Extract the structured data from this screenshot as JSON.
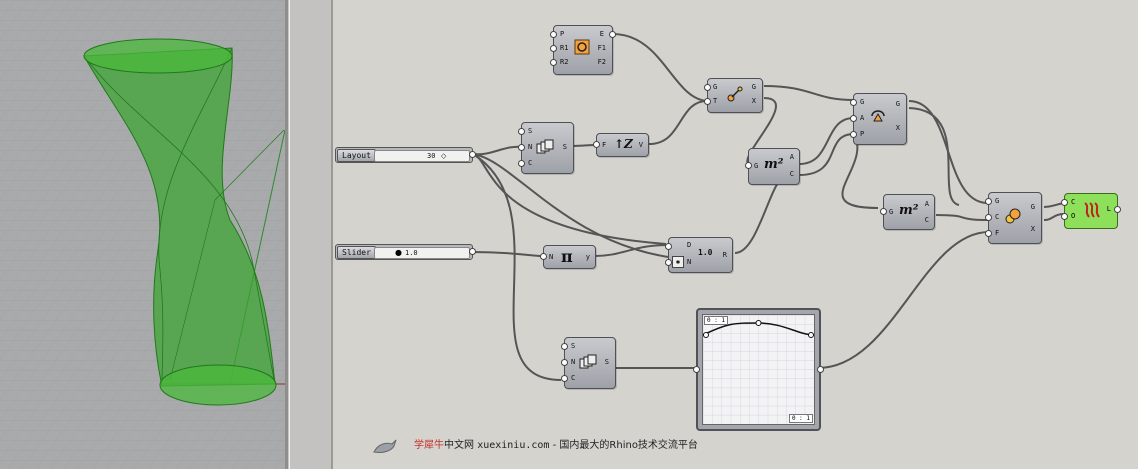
{
  "viewport": {
    "shape_color": "#3aa52f",
    "edge_color": "#1f7a1a",
    "grid_color": "#9a9b9c"
  },
  "nodes": {
    "circle": {
      "inputs": [
        "P",
        "R1",
        "R2"
      ],
      "outputs": [
        "E",
        "F1",
        "F2"
      ],
      "icon": "circle-icon"
    },
    "orient": {
      "inputs": [
        "G",
        "T"
      ],
      "outputs": [
        "G",
        "X"
      ],
      "icon": "orient-icon"
    },
    "series_top": {
      "inputs": [
        "S",
        "N",
        "C"
      ],
      "outputs": [
        "S"
      ],
      "icon": "series-icon"
    },
    "unit_z": {
      "inputs": [
        "F"
      ],
      "outputs": [
        "V"
      ],
      "icon": "unit-z-icon",
      "symbol": "↑Z"
    },
    "area1": {
      "inputs": [
        "G"
      ],
      "outputs": [
        "A",
        "C"
      ],
      "icon": "area-icon",
      "symbol": "m²"
    },
    "rotate": {
      "inputs": [
        "G",
        "A",
        "P"
      ],
      "outputs": [
        "G",
        "X"
      ],
      "icon": "rotate-icon"
    },
    "area2": {
      "inputs": [
        "G"
      ],
      "outputs": [
        "A",
        "C"
      ],
      "icon": "area-icon",
      "symbol": "m²"
    },
    "pi": {
      "inputs": [
        "N"
      ],
      "outputs": [
        "y"
      ],
      "icon": "pi-icon",
      "symbol": "π"
    },
    "division": {
      "inputs": [
        "D",
        "N"
      ],
      "outputs": [
        "R"
      ],
      "icon": "division-icon",
      "symbol": "1.0"
    },
    "scale": {
      "inputs": [
        "G",
        "C",
        "F"
      ],
      "outputs": [
        "G",
        "X"
      ],
      "icon": "scale-icon"
    },
    "preview": {
      "inputs": [
        "C",
        "O"
      ],
      "outputs": [
        "L"
      ],
      "icon": "loft-icon"
    },
    "series_bottom": {
      "inputs": [
        "S",
        "N",
        "C"
      ],
      "outputs": [
        "S"
      ],
      "icon": "series-icon"
    }
  },
  "sliders": {
    "layout": {
      "label": "Layout",
      "value": "30"
    },
    "slider": {
      "label": "Slider",
      "value": "1.0"
    }
  },
  "graph": {
    "tag_top": "0 : 1",
    "tag_bottom": "0 : 1",
    "curve": [
      [
        0.0,
        0.78
      ],
      [
        0.5,
        1.0
      ],
      [
        1.0,
        0.78
      ]
    ]
  },
  "watermark": {
    "brand": "学犀牛",
    "site": "中文网",
    "url": "xuexiniu.com",
    "tagline": "- 国内最大的Rhino技术交流平台"
  }
}
